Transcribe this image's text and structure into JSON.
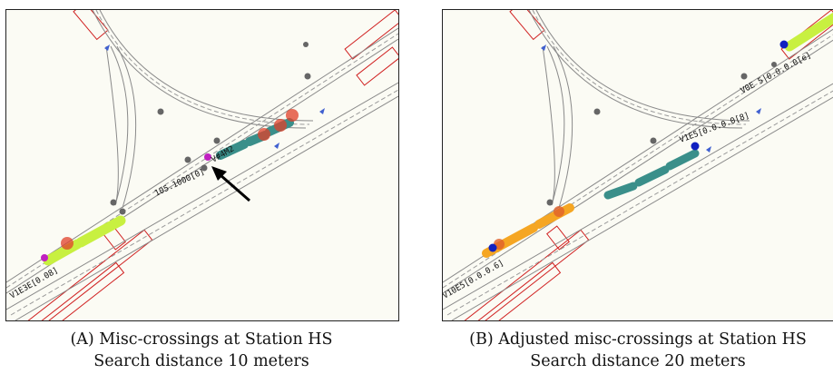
{
  "panels": [
    {
      "id": "A",
      "caption_line1": "(A) Misc-crossings at Station HS",
      "caption_line2": "Search distance 10 meters",
      "map_labels": [
        "V#4M2",
        "105.1000[0]",
        "V1E3E[0.08]"
      ]
    },
    {
      "id": "B",
      "caption_line1": "(B) Adjusted misc-crossings at Station HS",
      "caption_line2": "Search distance 20 meters",
      "map_labels": [
        "V0E 5|0.0.0.0[e]",
        "V1E5[0.0.0.0[8]",
        "V10E5[0.0.0.6]"
      ]
    }
  ],
  "colors": {
    "track": "#8a8a8a",
    "station_box": "#d02020",
    "crossing_red": "#e0402a",
    "train_teal": "#3a8f8a",
    "train_yellow": "#c8f040",
    "adjusted_orange": "#f5a623",
    "node_blue": "#1020c0",
    "node_magenta": "#c020c0",
    "arrow": "#000000"
  },
  "icons": [
    "arrow-pointer-icon"
  ]
}
